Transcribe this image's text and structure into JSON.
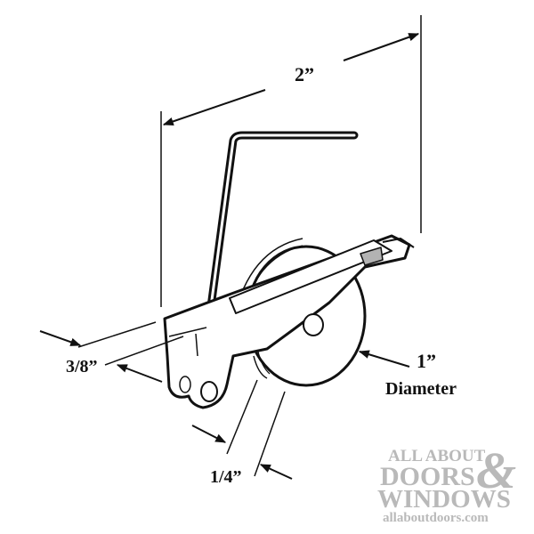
{
  "diagram": {
    "subject": "sliding door roller assembly",
    "dimensions": {
      "length": "2”",
      "bracket_width": "3/8”",
      "wheel_width": "1/4”",
      "wheel_size": "1”",
      "wheel_size_caption": "Diameter"
    }
  },
  "watermark": {
    "line1": "ALL ABOUT",
    "line2": "DOORS",
    "ampersand": "&",
    "line3": "WINDOWS",
    "url": "allaboutdoors.com",
    "color": "#b9b9b9"
  },
  "colors": {
    "line": "#111111",
    "shade": "#b3b3b3",
    "background": "#ffffff"
  }
}
